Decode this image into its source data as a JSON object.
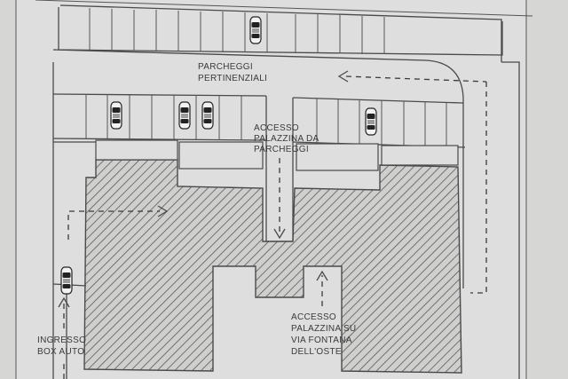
{
  "labels": {
    "parcheggi_line1": "PARCHEGGI",
    "parcheggi_line2": "PERTINENZIALI",
    "accesso_parcheggi_line1": "ACCESSO",
    "accesso_parcheggi_line2": "PALAZZINA DA",
    "accesso_parcheggi_line3": "PARCHEGGI",
    "accesso_via_line1": "ACCESSO",
    "accesso_via_line2": "PALAZZINA SU",
    "accesso_via_line3": "VIA FONTANA",
    "accesso_via_line4": "DELL'OSTE",
    "ingresso_line1": "INGRESSO",
    "ingresso_line2": "BOX AUTO"
  },
  "colors": {
    "paper": "#dcdcdb",
    "lot": "#e3e3e2",
    "ink": "#4a4a4a",
    "hatch": "#5a5a5a"
  },
  "icons": [
    "car-icon",
    "arrow-icon"
  ]
}
